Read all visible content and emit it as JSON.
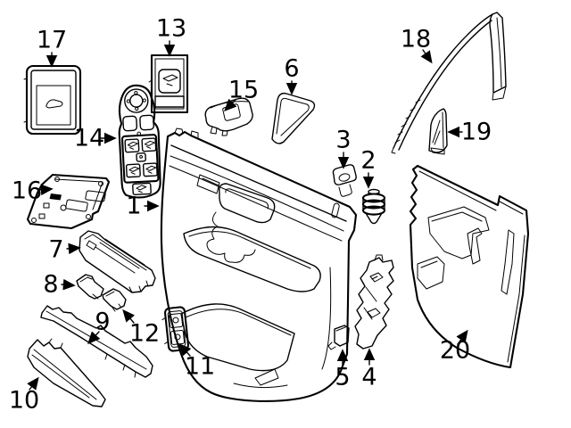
{
  "diagram": {
    "description_colors": {
      "background": "#ffffff",
      "line": "#000000"
    },
    "callouts": [
      {
        "num": "1"
      },
      {
        "num": "2"
      },
      {
        "num": "3"
      },
      {
        "num": "4"
      },
      {
        "num": "5"
      },
      {
        "num": "6"
      },
      {
        "num": "7"
      },
      {
        "num": "8"
      },
      {
        "num": "9"
      },
      {
        "num": "10"
      },
      {
        "num": "11"
      },
      {
        "num": "12"
      },
      {
        "num": "13"
      },
      {
        "num": "14"
      },
      {
        "num": "15"
      },
      {
        "num": "16"
      },
      {
        "num": "17"
      },
      {
        "num": "18"
      },
      {
        "num": "19"
      },
      {
        "num": "20"
      }
    ]
  }
}
